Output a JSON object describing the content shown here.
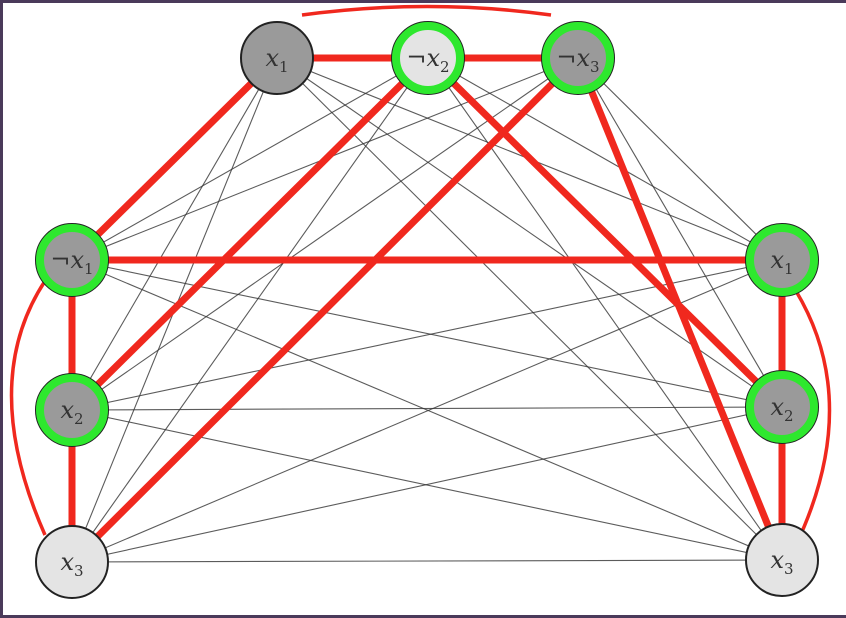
{
  "nodes": [
    {
      "id": "c1a",
      "label": "x",
      "sub": "1",
      "neg": false,
      "shade": "dark",
      "highlight": false
    },
    {
      "id": "c1b",
      "label": "x",
      "sub": "2",
      "neg": true,
      "shade": "light",
      "highlight": true
    },
    {
      "id": "c1c",
      "label": "x",
      "sub": "3",
      "neg": true,
      "shade": "dark",
      "highlight": true
    },
    {
      "id": "c2a",
      "label": "x",
      "sub": "1",
      "neg": true,
      "shade": "dark",
      "highlight": true
    },
    {
      "id": "c2b",
      "label": "x",
      "sub": "2",
      "neg": false,
      "shade": "dark",
      "highlight": true
    },
    {
      "id": "c2c",
      "label": "x",
      "sub": "3",
      "neg": false,
      "shade": "light",
      "highlight": false
    },
    {
      "id": "c3a",
      "label": "x",
      "sub": "1",
      "neg": false,
      "shade": "dark",
      "highlight": true
    },
    {
      "id": "c3b",
      "label": "x",
      "sub": "2",
      "neg": false,
      "shade": "dark",
      "highlight": true
    },
    {
      "id": "c3c",
      "label": "x",
      "sub": "3",
      "neg": false,
      "shade": "light",
      "highlight": false
    }
  ],
  "red_edges": [
    [
      "c1a",
      "c1b"
    ],
    [
      "c1b",
      "c1c"
    ],
    [
      "c1a",
      "c2a"
    ],
    [
      "c1b",
      "c2b"
    ],
    [
      "c1b",
      "c3b"
    ],
    [
      "c1c",
      "c2c"
    ],
    [
      "c1c",
      "c3c"
    ],
    [
      "c2a",
      "c3a"
    ],
    [
      "c2a",
      "c2b"
    ],
    [
      "c2b",
      "c2c"
    ],
    [
      "c3a",
      "c3b"
    ],
    [
      "c3b",
      "c3c"
    ]
  ],
  "red_arcs": [
    [
      "c1a",
      "c1c"
    ],
    [
      "c2a",
      "c2c"
    ],
    [
      "c3a",
      "c3c"
    ]
  ],
  "colors": {
    "edge": "#333333",
    "red": "#f0281e",
    "green": "#2ee82e",
    "dark": "#9a9a9a",
    "light": "#e4e4e4"
  }
}
